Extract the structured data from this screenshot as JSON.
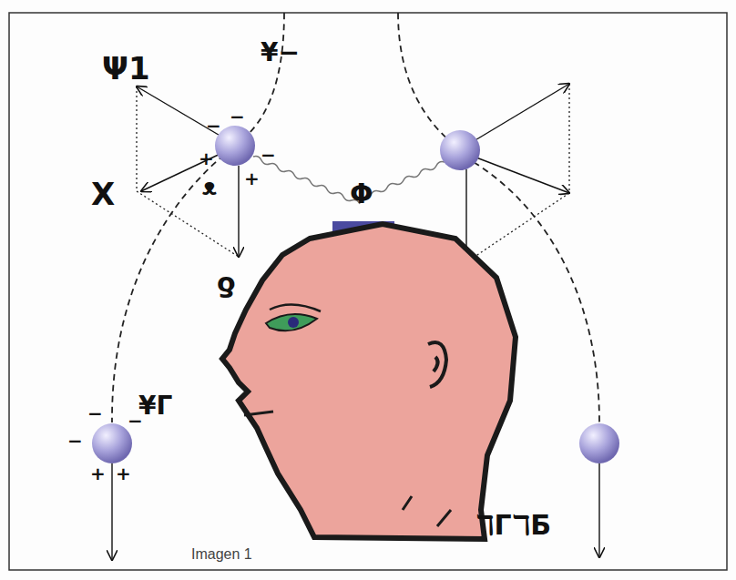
{
  "diagram": {
    "caption": "Imagen 1",
    "labels": [
      "Ψ1",
      "¥−",
      "X",
      "ᴥ",
      "ƍ",
      "Φ",
      "¥Γ",
      "ℸΓℸБ",
      "−",
      "−",
      "−",
      "+",
      "+",
      "−",
      "−",
      "−",
      "+",
      "+"
    ]
  }
}
